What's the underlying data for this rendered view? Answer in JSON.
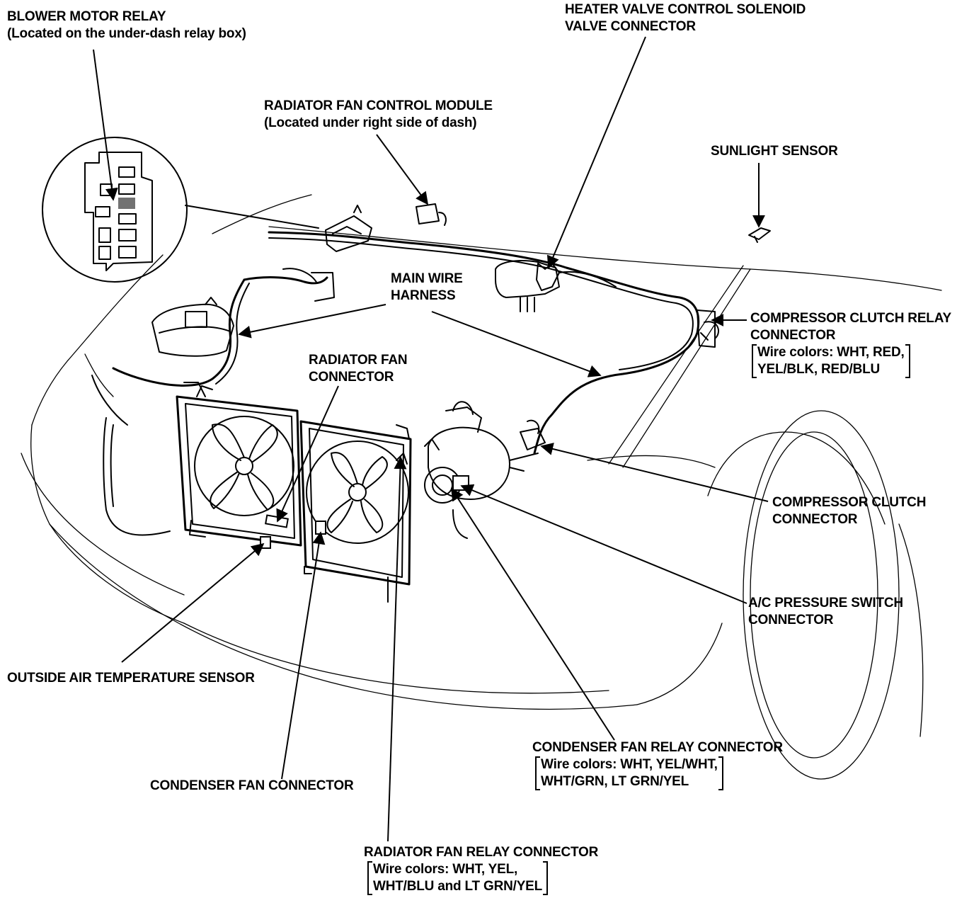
{
  "labels": {
    "blower_motor_relay": {
      "line1": "BLOWER MOTOR RELAY",
      "line2": "(Located on the under-dash relay box)"
    },
    "heater_valve": {
      "line1": "HEATER VALVE CONTROL SOLENOID",
      "line2": "VALVE CONNECTOR"
    },
    "radiator_fan_control_module": {
      "line1": "RADIATOR FAN CONTROL MODULE",
      "line2": "(Located under right side of dash)"
    },
    "sunlight_sensor": {
      "line1": "SUNLIGHT SENSOR"
    },
    "main_wire_harness": {
      "line1": "MAIN WIRE",
      "line2": "HARNESS"
    },
    "compressor_clutch_relay": {
      "line1": "COMPRESSOR CLUTCH RELAY",
      "line2": "CONNECTOR",
      "wire1": "Wire colors: WHT, RED,",
      "wire2": "YEL/BLK, RED/BLU"
    },
    "radiator_fan_connector": {
      "line1": "RADIATOR FAN",
      "line2": "CONNECTOR"
    },
    "compressor_clutch_connector": {
      "line1": "COMPRESSOR CLUTCH",
      "line2": "CONNECTOR"
    },
    "ac_pressure_switch": {
      "line1": "A/C PRESSURE SWITCH",
      "line2": "CONNECTOR"
    },
    "outside_air_temp_sensor": {
      "line1": "OUTSIDE AIR TEMPERATURE SENSOR"
    },
    "condenser_fan_relay": {
      "line1": "CONDENSER FAN RELAY CONNECTOR",
      "wire1": "Wire colors: WHT, YEL/WHT,",
      "wire2": "WHT/GRN, LT GRN/YEL"
    },
    "condenser_fan_connector": {
      "line1": "CONDENSER FAN CONNECTOR"
    },
    "radiator_fan_relay": {
      "line1": "RADIATOR FAN RELAY CONNECTOR",
      "wire1": "Wire colors: WHT, YEL,",
      "wire2": "WHT/BLU and LT GRN/YEL"
    }
  }
}
